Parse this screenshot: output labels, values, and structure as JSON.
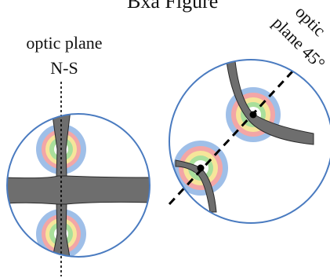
{
  "figure": {
    "title_partial": "Bxa Figure"
  },
  "left_panel": {
    "label_line1": "optic plane",
    "label_line2": "N-S"
  },
  "right_panel": {
    "label_line1": "optic",
    "label_line2": "plane 45°"
  },
  "colors": {
    "circle_stroke": "#4a7bc0",
    "brush_fill": "#6e6e6e",
    "brush_stroke": "#2a2a2a",
    "ring_blue": "#9fbfe8",
    "ring_pink": "#f3a6a6",
    "ring_yellow": "#f6e59a",
    "ring_green": "#a9df9b",
    "axis_line": "#000000"
  }
}
